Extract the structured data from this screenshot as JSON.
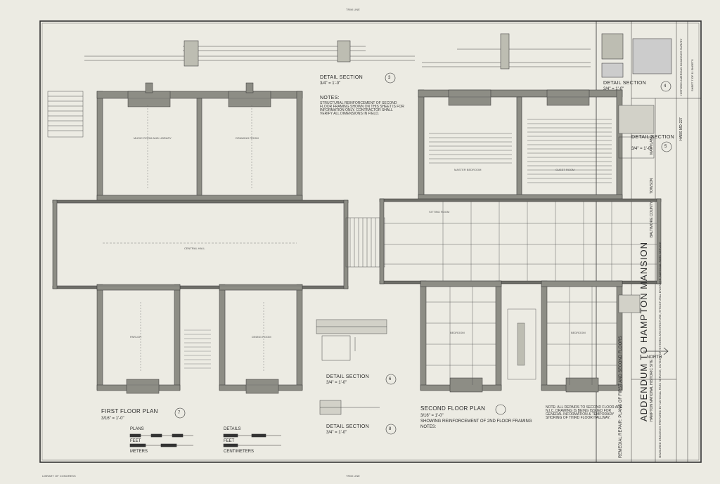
{
  "sheet": {
    "trim_line_top": "TRIM LINE",
    "trim_line_bottom": "TRIM LINE",
    "bottom_left_tiny": "LIBRARY OF CONGRESS"
  },
  "title_block": {
    "title": "ADDENDUM TO HAMPTON MANSION",
    "subtitle": "HAMPTON NATIONAL HISTORIC SITE",
    "county": "BALTIMORE COUNTY",
    "town": "TOWSON",
    "state": "MARYLAND",
    "drawing_title": "REMEDIAL REPAIR: PLANS OF FIRST AND SECOND FLOORS",
    "survey_number": "HABS MD-227",
    "sheet_number": "SHEET 7 OF 11 SHEETS",
    "agency": "HISTORIC AMERICAN BUILDINGS SURVEY",
    "credits": "MEASURED DRAWINGS PREPARED BY NATIONAL PARK SERVICE, DIVISION OF HISTORIC ARCHITECTURE, STRUCTURAL ENGINEER, NATIONAL PARK SERVICE"
  },
  "first_floor": {
    "title": "FIRST FLOOR PLAN",
    "scale": "3/16\" = 1'-0\"",
    "marker": "7",
    "rooms": {
      "music_room": "MUSIC ROOM AND LIBRARY",
      "drawing_room": "DRAWING ROOM",
      "central_hall": "CENTRAL HALL",
      "parlor": "PARLOR",
      "dining_room": "DINING ROOM"
    }
  },
  "second_floor": {
    "title": "SECOND FLOOR PLAN",
    "scale": "3/16\" = 1'-0\"",
    "subtitle": "SHOWING REINFORCEMENT OF 2ND FLOOR FRAMING",
    "notes_label": "NOTES:",
    "rooms": {
      "master_bedroom": "MASTER BEDROOM",
      "guest_room": "GUEST ROOM",
      "sitting_room": "SITTING ROOM",
      "bedroom_left": "BEDROOM",
      "bedroom_right": "BEDROOM"
    }
  },
  "detail_sections": [
    {
      "title": "DETAIL SECTION",
      "scale": "3/4\" = 1'-0\"",
      "marker": "3"
    },
    {
      "title": "DETAIL SECTION",
      "scale": "3/4\" = 1'-0\"",
      "marker": "4"
    },
    {
      "title": "DETAIL SECTION",
      "scale": "3/4\" = 1'-0\"",
      "marker": "5"
    },
    {
      "title": "DETAIL SECTION",
      "scale": "3/4\" = 1'-0\"",
      "marker": "6"
    },
    {
      "title": "DETAIL SECTION",
      "scale": "3/4\" = 1'-0\"",
      "marker": "8"
    }
  ],
  "notes": {
    "label": "NOTES:",
    "body": "STRUCTURAL REINFORCEMENT OF SECOND FLOOR FRAMING SHOWN ON THIS SHEET IS FOR INFORMATION ONLY. CONTRACTOR SHALL VERIFY ALL DIMENSIONS IN FIELD."
  },
  "repair_note": "NOTE: ALL REPAIRS TO SECOND FLOOR ARE N.I.C. DRAWING IS BEING ISSUED FOR GENERAL INFORMATION & TEMPORARY SHORING OF THIRD FLOOR HALLWAY.",
  "scales": {
    "plans_label": "PLANS",
    "details_label": "DETAILS",
    "feet": "FEET",
    "meters": "METERS",
    "centimeters": "CENTIMETERS"
  },
  "north": "NORTH"
}
